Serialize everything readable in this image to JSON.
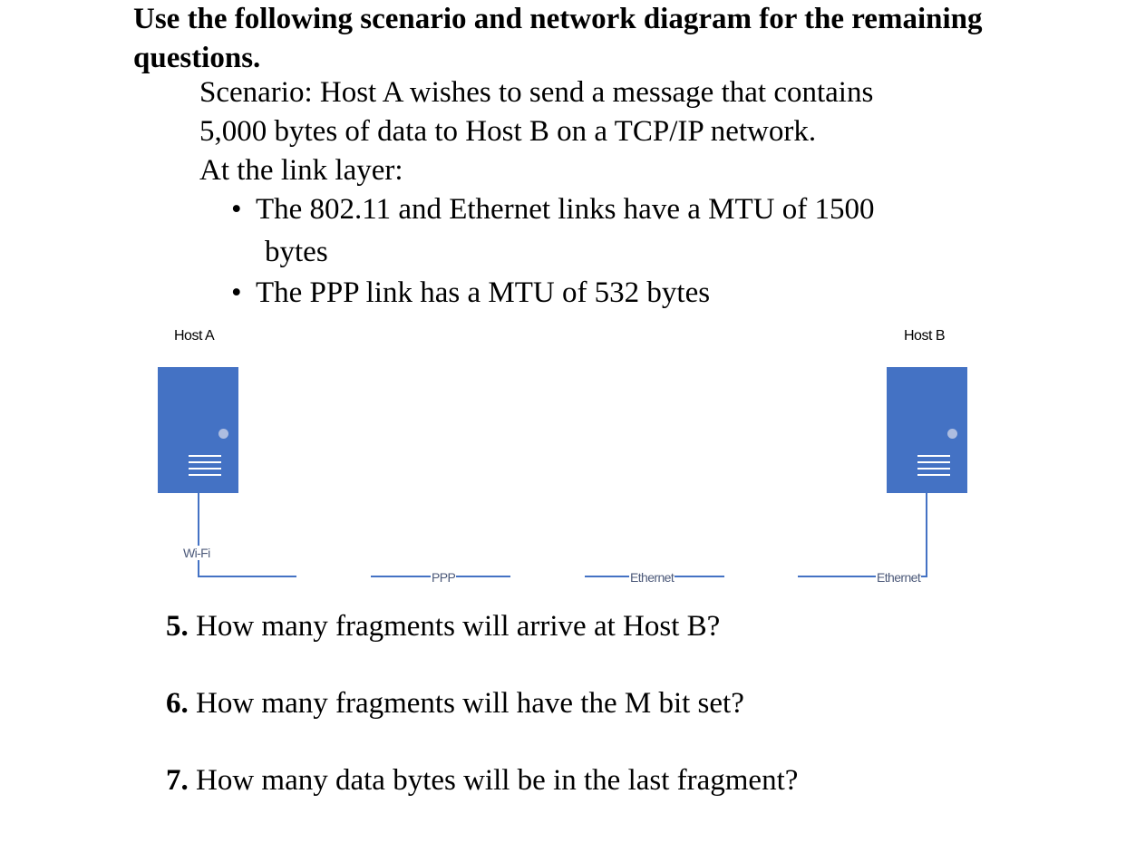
{
  "heading": "Use the following scenario and network diagram for the remaining questions.",
  "scenario": {
    "line1": "Scenario: Host A wishes to send a message that contains",
    "line2": "5,000 bytes of data to Host B on a TCP/IP network.",
    "line3": "At the link layer:",
    "bullets": [
      {
        "line1": "The 802.11 and Ethernet links have a MTU of 1500",
        "line2": "bytes"
      },
      {
        "line1": "The PPP link has a MTU of 532 bytes"
      }
    ]
  },
  "diagram": {
    "host_a_label": "Host A",
    "host_b_label": "Host B",
    "links": [
      "Wi-Fi",
      "PPP",
      "Ethernet",
      "Ethernet"
    ],
    "colors": {
      "server": "#4472c4",
      "line": "#4472c4"
    }
  },
  "questions": [
    {
      "number": "5.",
      "text": "How many fragments will arrive at Host B?"
    },
    {
      "number": "6.",
      "text": "How many fragments will have the M bit set?"
    },
    {
      "number": "7.",
      "text": "How many data bytes will be in the last fragment?"
    }
  ]
}
